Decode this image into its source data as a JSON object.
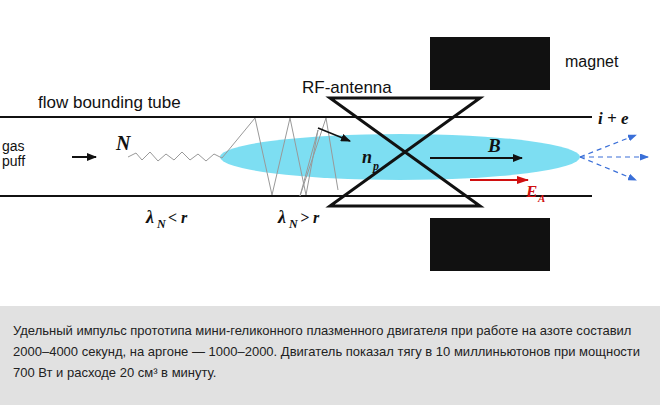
{
  "diagram": {
    "caption": "Удельный импульс прототипа мини-геликонного плазменного двигателя при работе на азоте составил 2000–4000 секунд, на аргоне — 1000–2000. Двигатель показал тягу в 10 миллиньютонов при мощности 700 Вт и расходе 20 см³ в минуту.",
    "labels": [
      "flow bounding tube",
      "gas puff",
      "N",
      "λ",
      "N",
      "< r",
      "λ",
      "N",
      "> r",
      "RF-antenna",
      "n",
      "p",
      "B",
      "E",
      "A",
      "i + e",
      "magnet"
    ]
  }
}
